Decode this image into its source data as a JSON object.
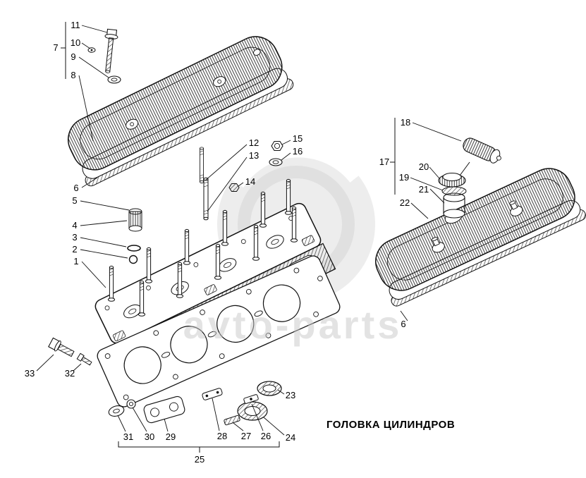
{
  "title": "ГОЛОВКА ЦИЛИНДРОВ",
  "watermark": {
    "text": "avto-parts"
  },
  "callouts": {
    "n1": "1",
    "n2": "2",
    "n3": "3",
    "n4": "4",
    "n5": "5",
    "n6": "6",
    "n7": "7",
    "n8": "8",
    "n9": "9",
    "n10": "10",
    "n11": "11",
    "n12": "12",
    "n13": "13",
    "n14": "14",
    "n15": "15",
    "n16": "16",
    "n17": "17",
    "n18": "18",
    "n19": "19",
    "n20": "20",
    "n21": "21",
    "n22": "22",
    "n23": "23",
    "n24": "24",
    "n25": "25",
    "n26": "26",
    "n27": "27",
    "n28": "28",
    "n29": "29",
    "n30": "30",
    "n31": "31",
    "n32": "32",
    "n33": "33"
  }
}
